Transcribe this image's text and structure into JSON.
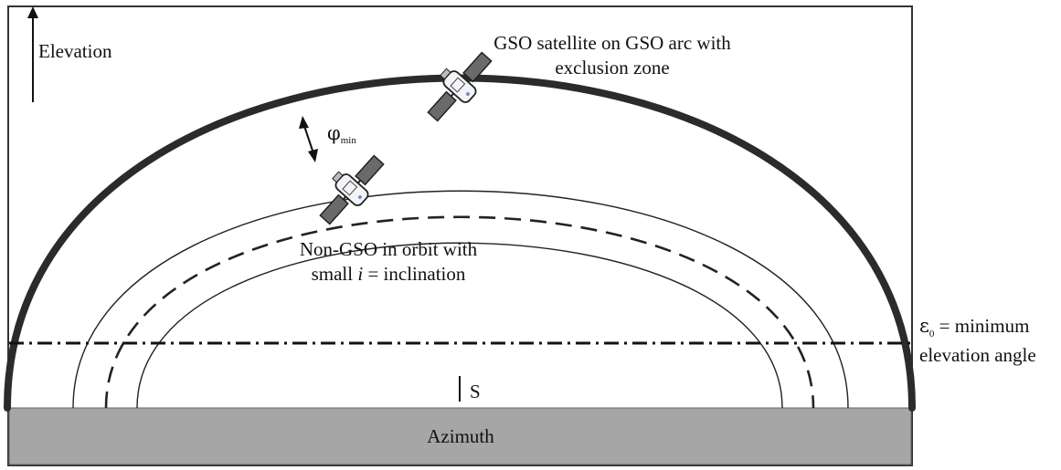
{
  "labels": {
    "elevation": "Elevation",
    "gso_line1": "GSO satellite on GSO arc with",
    "gso_line2": "exclusion zone",
    "nongso_line1": "Non-GSO in orbit with",
    "nongso_line2_prefix": "small ",
    "nongso_line2_italic": "i",
    "nongso_line2_suffix": " = inclination",
    "phi_symbol": "φ",
    "phi_subscript": "min",
    "eps_symbol": "ε",
    "eps_subscript": "0",
    "eps_text_line1": " = minimum",
    "eps_text_line2": "elevation angle",
    "s_marker": "S",
    "azimuth": "Azimuth"
  },
  "colors": {
    "gso_arc": "#2b2b2b",
    "ground_bar": "#a6a6a6",
    "line": "#222222"
  },
  "icons": {
    "gso_satellite": "satellite-icon",
    "nongso_satellite": "satellite-icon",
    "elevation_arrow": "arrow-up-icon",
    "phi_arrow": "double-arrow-icon"
  }
}
